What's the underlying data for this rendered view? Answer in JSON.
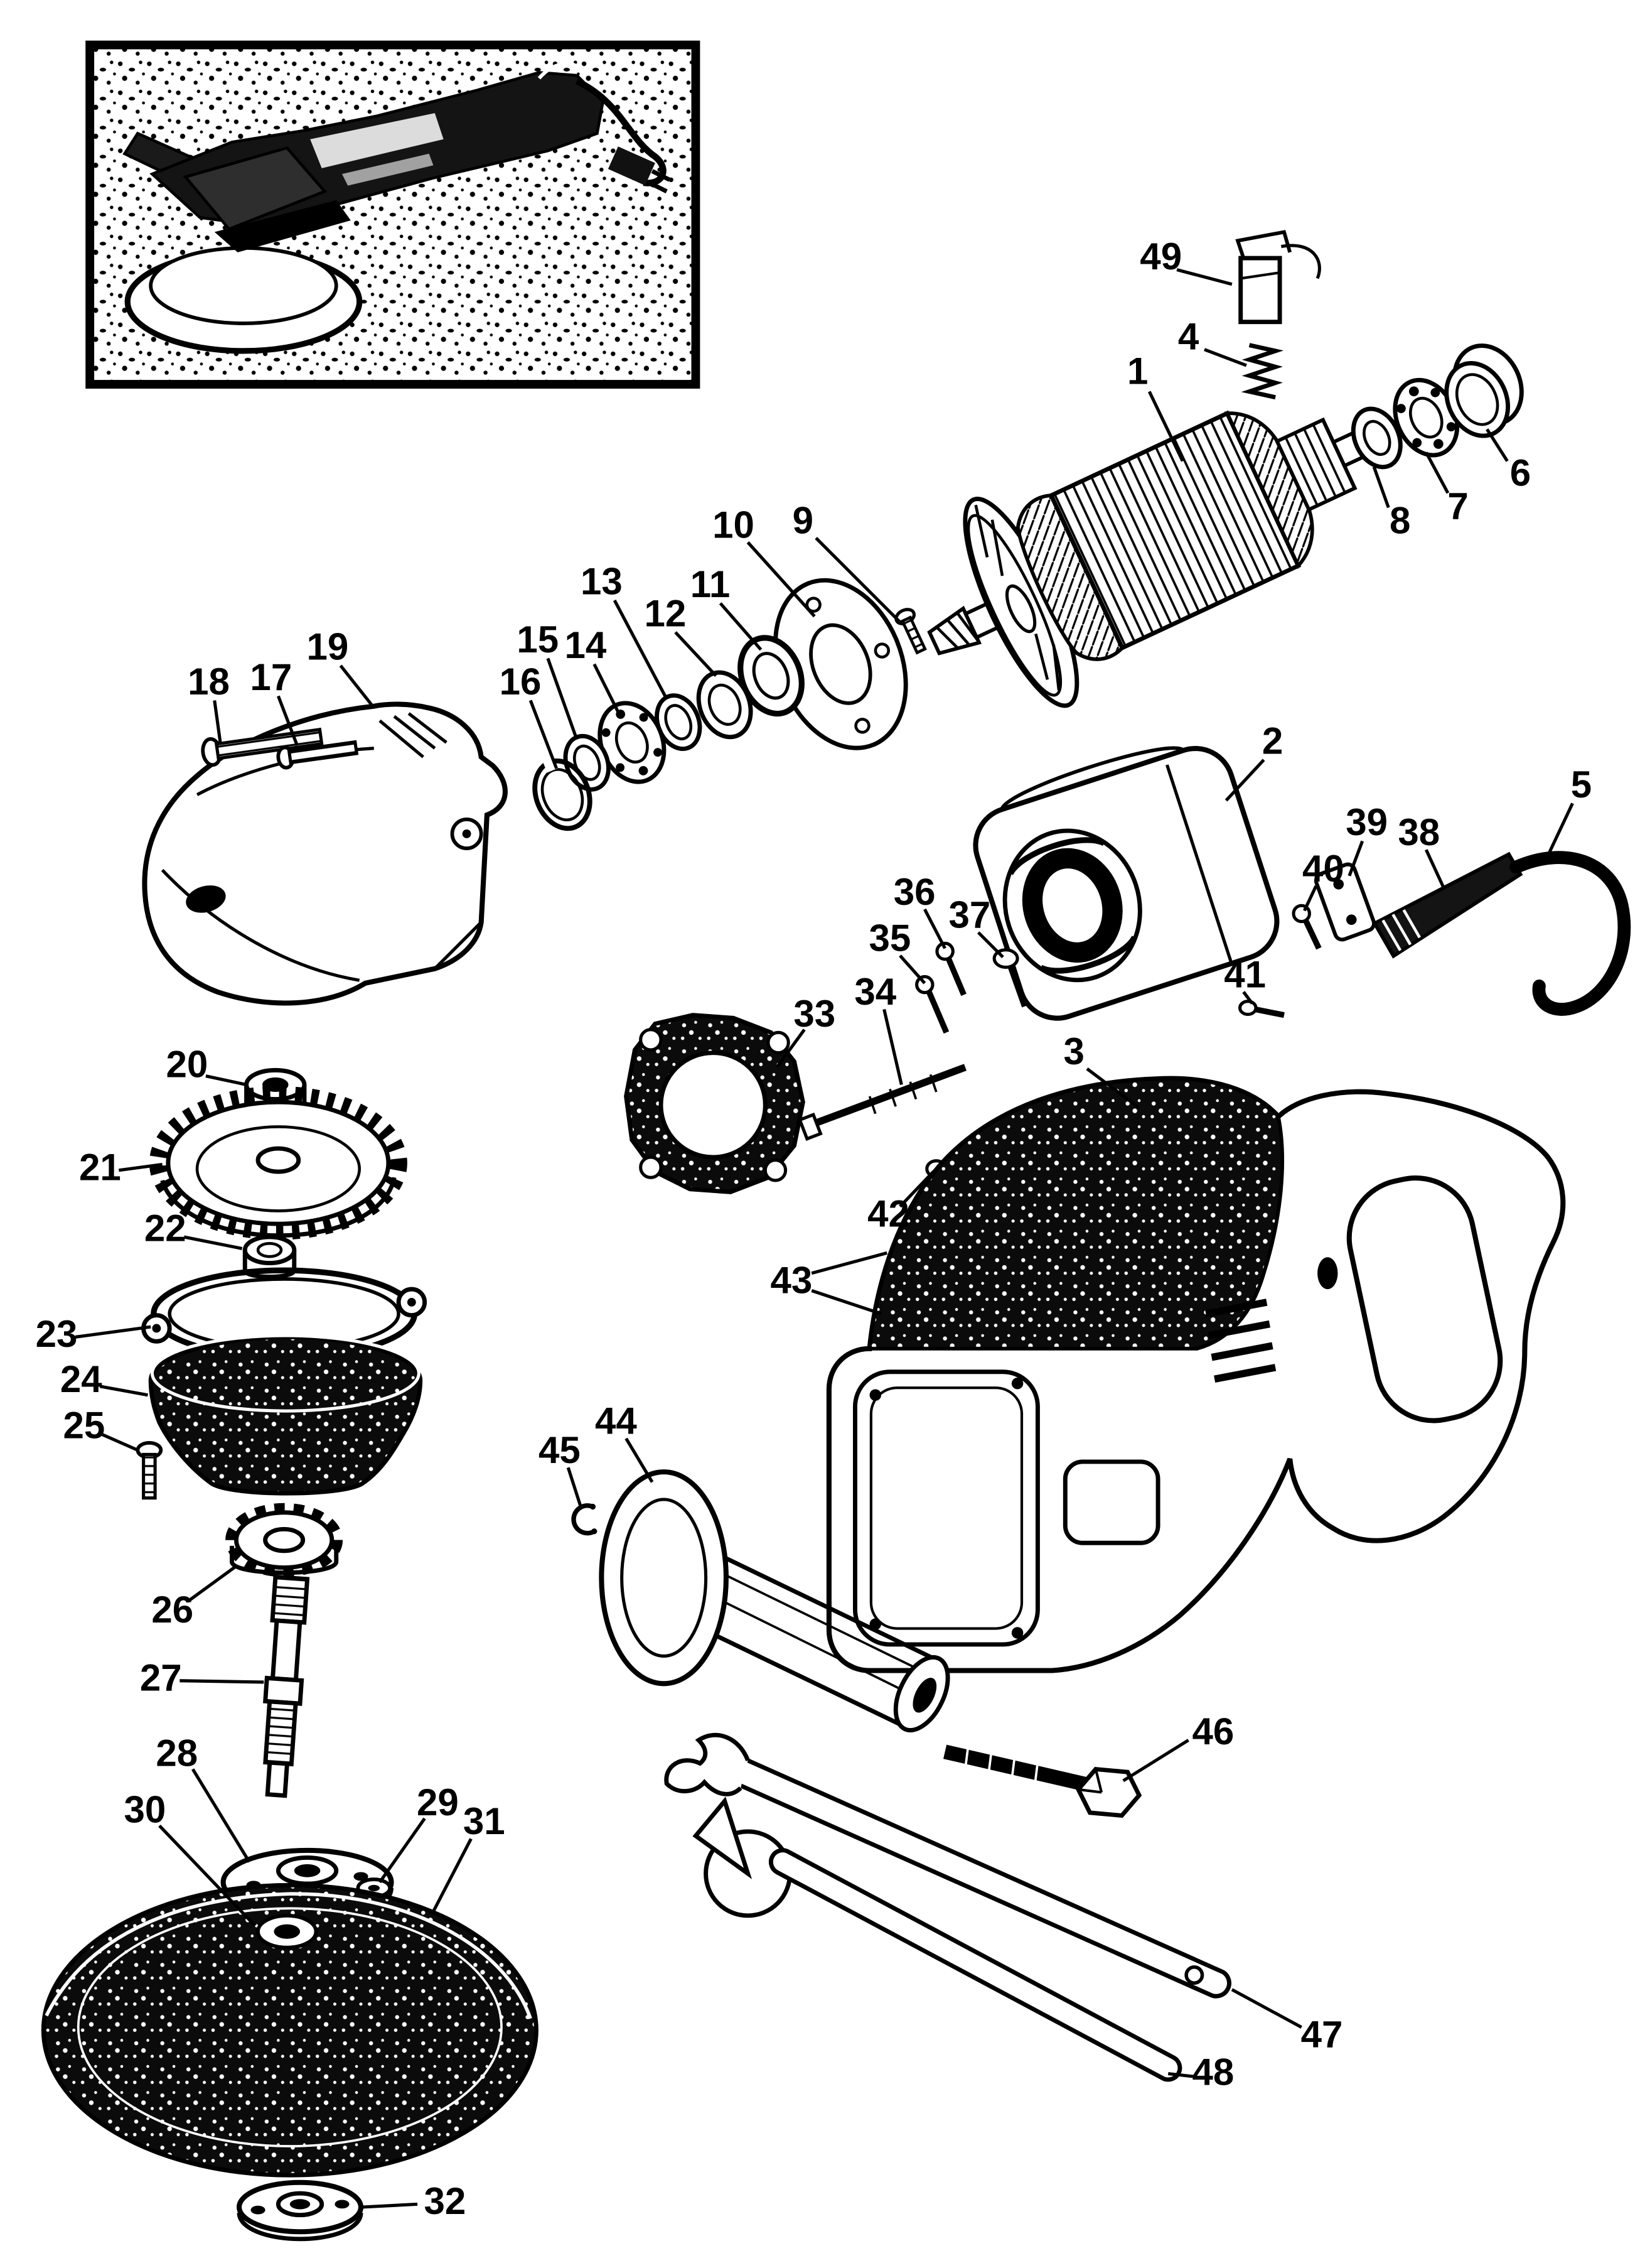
{
  "figure": {
    "kind": "exploded-parts-diagram",
    "colors": {
      "ink": "#000000",
      "paper": "#ffffff"
    }
  },
  "callouts": [
    {
      "part": "1"
    },
    {
      "part": "2"
    },
    {
      "part": "3"
    },
    {
      "part": "4"
    },
    {
      "part": "5"
    },
    {
      "part": "6"
    },
    {
      "part": "7"
    },
    {
      "part": "8"
    },
    {
      "part": "9"
    },
    {
      "part": "10"
    },
    {
      "part": "11"
    },
    {
      "part": "12"
    },
    {
      "part": "13"
    },
    {
      "part": "14"
    },
    {
      "part": "15"
    },
    {
      "part": "16"
    },
    {
      "part": "17"
    },
    {
      "part": "18"
    },
    {
      "part": "19"
    },
    {
      "part": "20"
    },
    {
      "part": "21"
    },
    {
      "part": "22"
    },
    {
      "part": "23"
    },
    {
      "part": "24"
    },
    {
      "part": "25"
    },
    {
      "part": "26"
    },
    {
      "part": "27"
    },
    {
      "part": "28"
    },
    {
      "part": "29"
    },
    {
      "part": "30"
    },
    {
      "part": "31"
    },
    {
      "part": "32"
    },
    {
      "part": "33"
    },
    {
      "part": "34"
    },
    {
      "part": "35"
    },
    {
      "part": "36"
    },
    {
      "part": "37"
    },
    {
      "part": "38"
    },
    {
      "part": "39"
    },
    {
      "part": "40"
    },
    {
      "part": "41"
    },
    {
      "part": "42"
    },
    {
      "part": "43"
    },
    {
      "part": "44"
    },
    {
      "part": "45"
    },
    {
      "part": "46"
    },
    {
      "part": "47"
    },
    {
      "part": "48"
    },
    {
      "part": "49"
    }
  ]
}
